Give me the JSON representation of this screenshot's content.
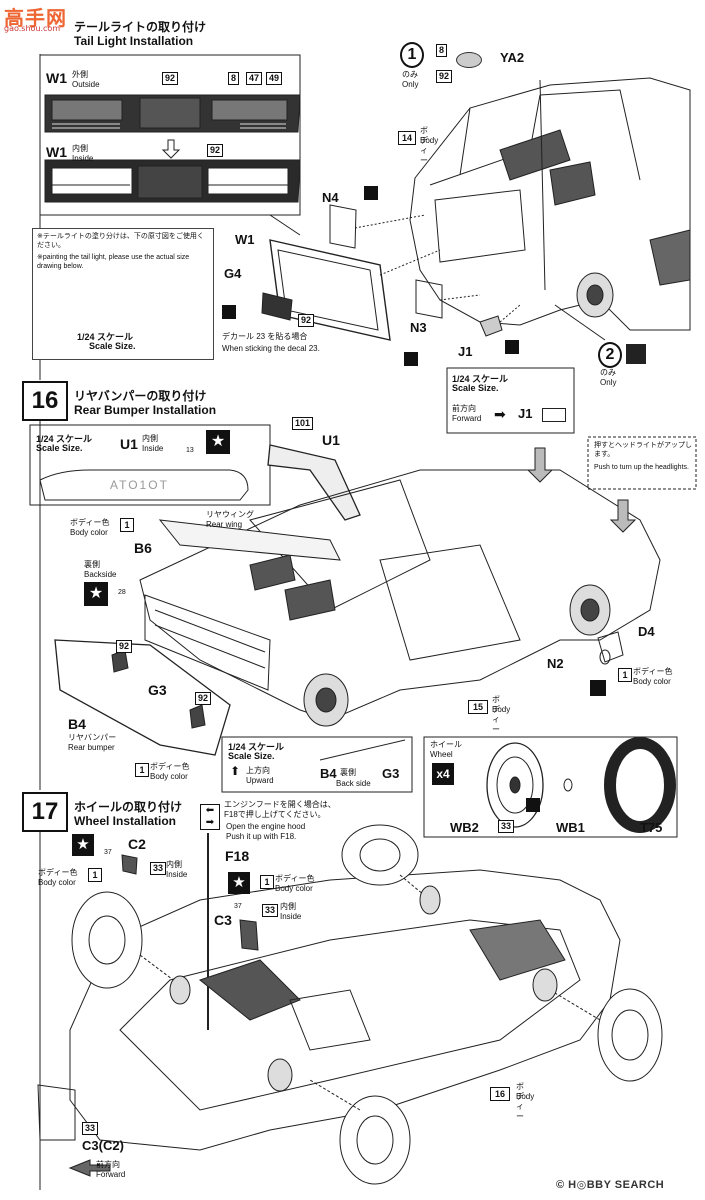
{
  "watermark": {
    "top": "高手网",
    "url": "gao.shou.com"
  },
  "step15": {
    "title_ja": "テールライトの取り付け",
    "title_en": "Tail Light Installation",
    "w1_outside": {
      "part": "W1",
      "ja": "外側",
      "en": "Outside"
    },
    "w1_inside": {
      "part": "W1",
      "ja": "内側",
      "en": "Inside"
    },
    "callout_nums": [
      "92",
      "8",
      "47",
      "49",
      "92"
    ],
    "note_ja_1": "※テールライトの塗り分けは、下の原寸図をご使用ください。",
    "note_en": "※painting the tail light, please use the actual size drawing below.",
    "scale_ja": "1/24 スケール",
    "scale_en": "Scale Size.",
    "only1": {
      "num": "1",
      "ja": "のみ",
      "en": "Only"
    },
    "only2": {
      "num": "2",
      "ja": "のみ",
      "en": "Only"
    },
    "ya2": "YA2",
    "ya2_nums": [
      "8",
      "92"
    ],
    "body14": {
      "num": "14",
      "ja": "ボディー",
      "en": "Body"
    },
    "labels": [
      "N4",
      "W1",
      "G4",
      "N3",
      "J1"
    ],
    "decal_ja": "デカール 23 を貼る場合",
    "decal_en": "When sticking the decal 23.",
    "decal_num": "92",
    "j1box": {
      "scale_ja": "1/24 スケール",
      "scale_en": "Scale Size.",
      "front_ja": "前方向",
      "front_en": "Forward",
      "part": "J1"
    }
  },
  "step16": {
    "num": "16",
    "title_ja": "リヤバンパーの取り付け",
    "title_en": "Rear Bumper Installation",
    "u1box": {
      "scale_ja": "1/24 スケール",
      "scale_en": "Scale Size.",
      "part": "U1",
      "ja": "内側",
      "en": "Inside",
      "num": "13",
      "plate": "ATO1OT"
    },
    "u1_label": "U1",
    "u1_num": "101",
    "headlight_ja": "押すとヘッドライトがアップします。",
    "headlight_en": "Push to turn up the headlights.",
    "b6": {
      "part": "B6",
      "num": "1",
      "ja": "ボディー色",
      "en": "Body color"
    },
    "wing_ja": "リヤウィング",
    "wing_en": "Rear wing",
    "backside_ja": "裏側",
    "backside_en": "Backside",
    "num28": "28",
    "d4": "D4",
    "n2": "N2",
    "d4_color": {
      "num": "1",
      "ja": "ボディー色",
      "en": "Body color"
    },
    "nums92": [
      "92",
      "92"
    ],
    "g3": "G3",
    "b4": {
      "part": "B4",
      "ja": "リヤバンパー",
      "en": "Rear bumper",
      "num": "1",
      "color_ja": "ボディー色",
      "color_en": "Body color"
    },
    "body15": {
      "num": "15",
      "ja": "ボディー",
      "en": "Body"
    },
    "g3box": {
      "scale_ja": "1/24 スケール",
      "scale_en": "Scale Size.",
      "up_ja": "上方向",
      "up_en": "Upward",
      "part": "B4",
      "back_ja": "裏側",
      "back_en": "Back side",
      "g3": "G3"
    }
  },
  "wheelbox": {
    "ja": "ホイール",
    "en": "Wheel",
    "qty": "x4",
    "labels": [
      "WB2",
      "33",
      "WB1",
      "T75"
    ]
  },
  "step17": {
    "num": "17",
    "title_ja": "ホイールの取り付け",
    "title_en": "Wheel Installation",
    "c2": {
      "part": "C2",
      "n37": "37",
      "n1": "1",
      "n33": "33",
      "in_ja": "内側",
      "in_en": "Inside",
      "col_ja": "ボディー色",
      "col_en": "Body color"
    },
    "hood_ja_1": "エンジンフードを開く場合は、",
    "hood_ja_2": "F18で押し上げてください。",
    "hood_en_1": "Open the engine hood",
    "hood_en_2": "Push it up with F18.",
    "f18": "F18",
    "c3": {
      "part": "C3",
      "n37": "37",
      "n1": "1",
      "n33": "33",
      "col_ja": "ボディー色",
      "col_en": "Body color",
      "in_ja": "内側",
      "in_en": "Inside"
    },
    "body16": {
      "num": "16",
      "ja": "ボディー",
      "en": "Body"
    },
    "c3c2": "C3(C2)",
    "num33": "33",
    "front_ja": "前方向",
    "front_en": "Forward"
  },
  "footer": {
    "copyright": "©",
    "logo": "H◎BBY SEARCH"
  }
}
